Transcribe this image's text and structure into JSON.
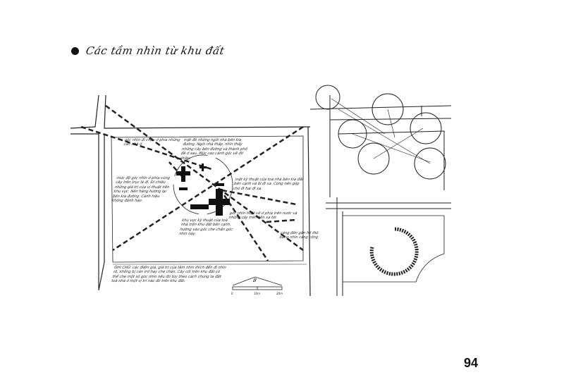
{
  "heading": {
    "text": "Các tầm nhìn từ khu đất"
  },
  "annotations": {
    "top_left": "góc nhìn đi chậu ở phía những căn nhà ở.",
    "top_center": "mặt đó những ngôi nhà bên kia đường. Ngôi nhà thấp, nhìn thấy những cây bên đường và thành phố đã ở sau. Mức cao cảnh góc về đó chiều.",
    "left": "mức độ góc nhìn ở phía vùng cây trên trục là đi. Đi chiều những giá trị của vị thuật tiền khu vực. Nên hàng hướng lại bên kia đường. Cảnh hiệu không đánh hảo.",
    "right_top": "mặt kỹ thuật của toà nhà bên kia đất bên cạnh và bị đi xa. Cũng nên góp cho đi hai đi xa.",
    "right_mid": "góc nhìn hoặt về ở phía trên nước và những cây trên bên xa tới.",
    "center_bottom": "khu vực kỹ thuật của toà nhà trên khu đất bên cạnh, hướng vào góc che chắn góc nhìn này.",
    "far_right": "cảng đến gần hệ thô băng nhìn cảng công",
    "note": "GHI CHÚ: các điểm giá, giá trị của tầm nhìn thích đến đi nhìn rõ, không bị cản trở hay che chắn. Cây cối trên khu đất có thể che một số góc nhìn nếu đó tùy theo cách chúng ta đặt toà nhà ở một vị trí nào đó trên khu đất."
  },
  "section_label": "B",
  "scale": {
    "start": "0",
    "mid": "10m",
    "end": "20m"
  },
  "page_number": "94"
}
